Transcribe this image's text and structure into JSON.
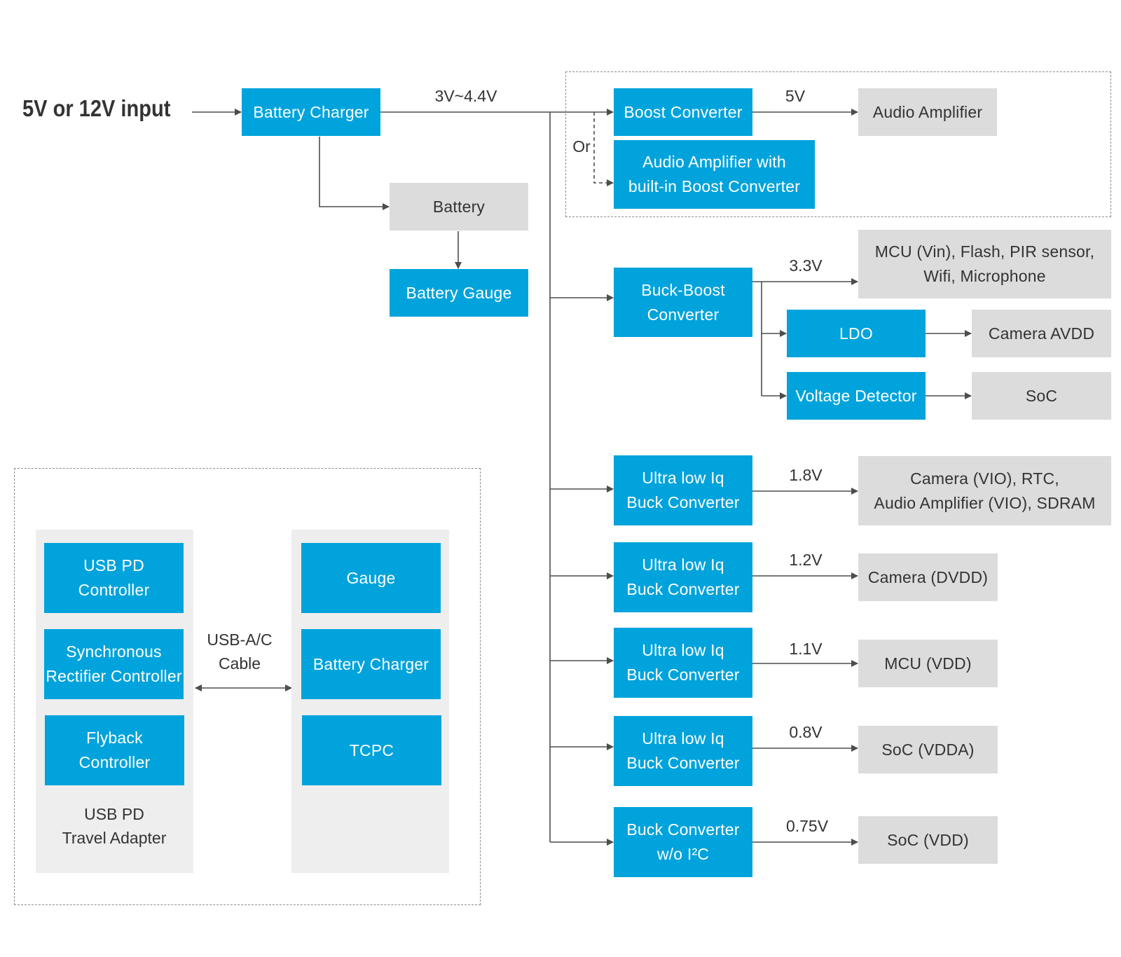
{
  "input": "5V or 12V input",
  "charger": {
    "battery_charger": "Battery Charger",
    "battery": "Battery",
    "battery_gauge": "Battery Gauge",
    "rail_voltage": "3V~4.4V"
  },
  "audio_group": {
    "boost_converter": "Boost Converter",
    "boost_voltage": "5V",
    "audio_amplifier": "Audio Amplifier",
    "or_label": "Or",
    "amp_with_boost": "Audio Amplifier with\nbuilt-in Boost Converter"
  },
  "buck_boost": {
    "converter": "Buck-Boost\nConverter",
    "voltage": "3.3V",
    "load": "MCU (Vin), Flash, PIR sensor,\nWifi, Microphone",
    "ldo": "LDO",
    "ldo_load": "Camera AVDD",
    "voltage_detector": "Voltage Detector",
    "detector_load": "SoC"
  },
  "rails": [
    {
      "converter": "Ultra low Iq\nBuck Converter",
      "voltage": "1.8V",
      "load": "Camera (VIO), RTC,\nAudio Amplifier (VIO), SDRAM"
    },
    {
      "converter": "Ultra low Iq\nBuck Converter",
      "voltage": "1.2V",
      "load": "Camera (DVDD)"
    },
    {
      "converter": "Ultra low Iq\nBuck Converter",
      "voltage": "1.1V",
      "load": "MCU (VDD)"
    },
    {
      "converter": "Ultra low Iq\nBuck Converter",
      "voltage": "0.8V",
      "load": "SoC (VDDA)"
    },
    {
      "converter": "Buck Converter\nw/o I²C",
      "voltage": "0.75V",
      "load": "SoC (VDD)"
    }
  ],
  "adapter": {
    "usb_pd_controller": "USB PD\nController",
    "sync_rectifier": "Synchronous\nRectifier Controller",
    "flyback": "Flyback\nController",
    "caption": "USB PD\nTravel Adapter",
    "cable": "USB-A/C\nCable",
    "gauge": "Gauge",
    "battery_charger": "Battery Charger",
    "tcpc": "TCPC"
  },
  "colors": {
    "blue_block": "#00a3db",
    "gray_block": "#dcdcdc",
    "panel": "#eeeeee",
    "line": "#4d4d4d"
  }
}
